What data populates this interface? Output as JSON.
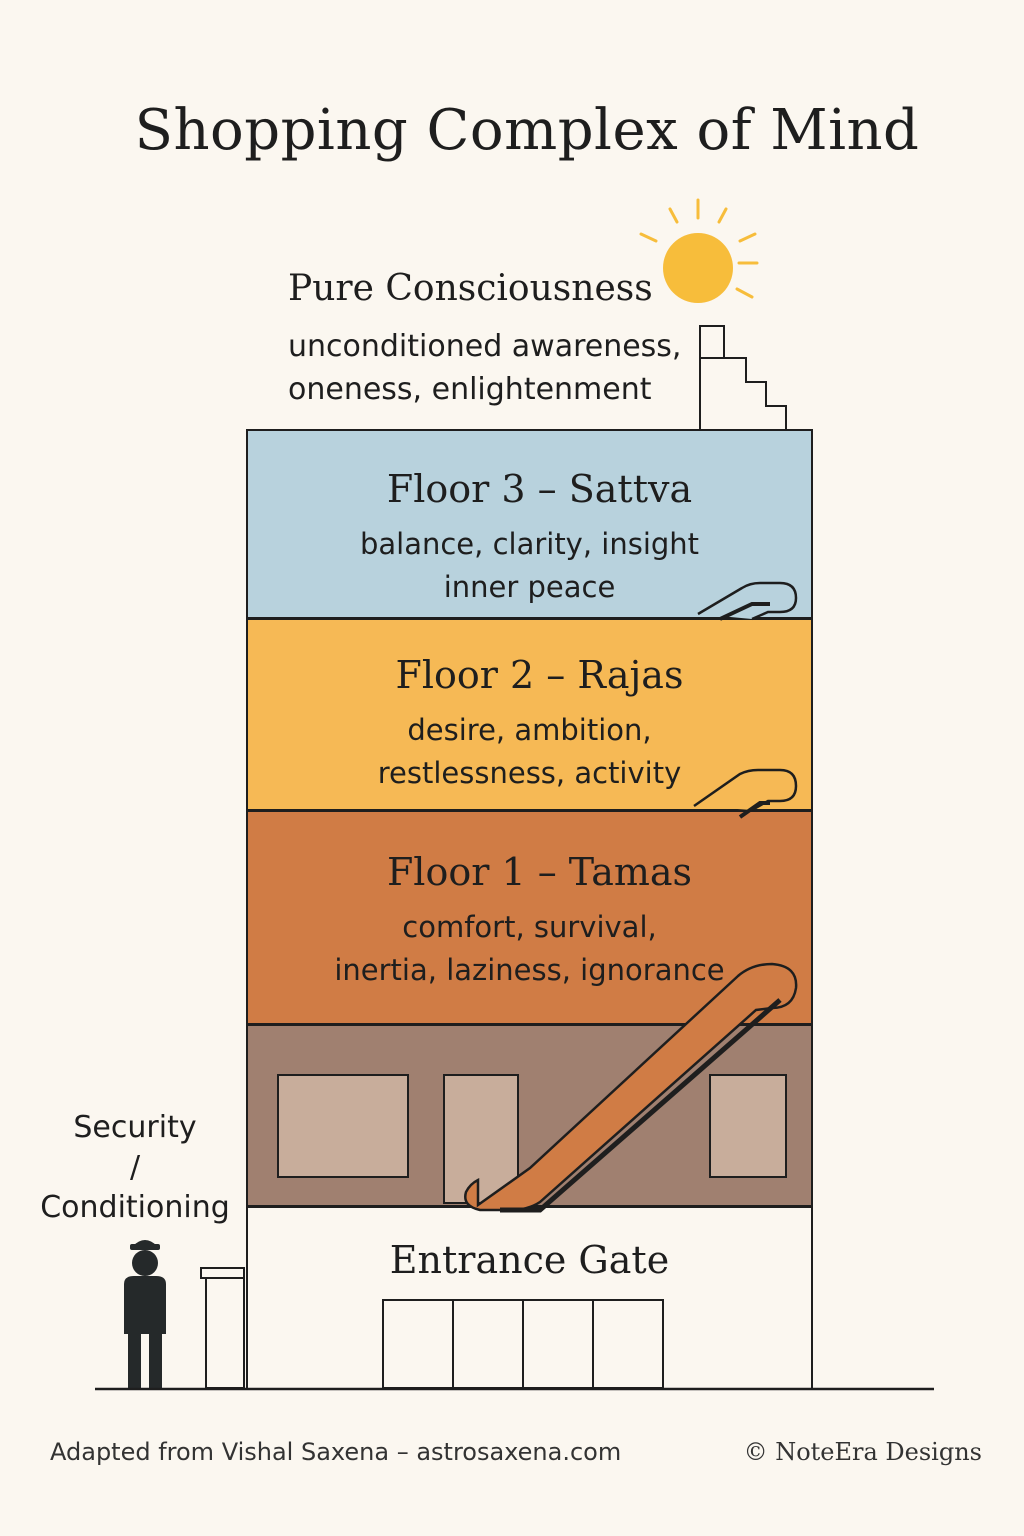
{
  "title": "Shopping Complex of Mind",
  "top": {
    "heading": "Pure Consciousness",
    "line1": "unconditioned awareness,",
    "line2": "oneness, enlightenment"
  },
  "floors": [
    {
      "title": "Floor 3 – Sattva",
      "line1": "balance, clarity, insight",
      "line2": "inner peace",
      "color": "#b8d2dd"
    },
    {
      "title": "Floor 2 – Rajas",
      "line1": "desire, ambition,",
      "line2": "restlessness, activity",
      "color": "#f6b955"
    },
    {
      "title": "Floor 1 – Tamas",
      "line1": "comfort, survival,",
      "line2": "inertia, laziness, ignorance",
      "color": "#d07c45"
    }
  ],
  "ground_color": "#a08070",
  "entrance": "Entrance Gate",
  "guard": {
    "line1": "Security",
    "line2": "/",
    "line3": "Conditioning"
  },
  "footer": {
    "credit": "Adapted from Vishal Saxena – astrosaxena.com",
    "copyright": "© NoteEra Designs"
  },
  "icons": [
    "sun-icon",
    "staircase-icon",
    "escalator-icon",
    "security-guard-icon"
  ],
  "colors": {
    "sun": "#f7bd3b",
    "ink": "#1e1e1e",
    "background": "#fbf7f0"
  }
}
